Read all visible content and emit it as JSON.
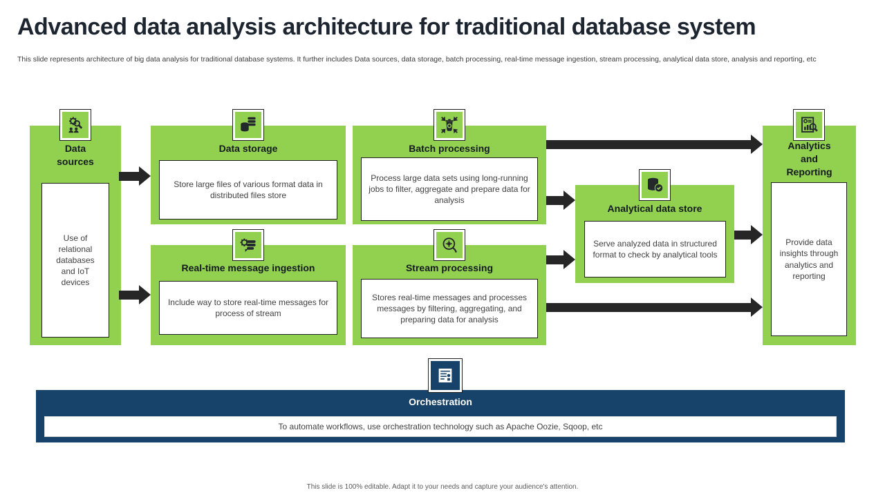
{
  "slide": {
    "title": "Advanced data analysis architecture for traditional database system",
    "subtitle": "This slide represents architecture of big data analysis for traditional database systems. It further includes Data sources, data storage, batch processing, real-time message ingestion, stream processing, analytical data store, analysis and reporting, etc",
    "footer": "This slide is 100% editable. Adapt it to your needs and capture your audience's attention."
  },
  "colors": {
    "box_green": "#92d050",
    "bar_navy": "#17436a",
    "arrow_black": "#262626",
    "title_ink": "#1d2530",
    "body_text": "#3f3f3f"
  },
  "nodes": {
    "data_sources": {
      "title": "Data sources",
      "description": "Use of relational databases and IoT devices",
      "icon": "people-gear-search-icon"
    },
    "data_storage": {
      "title": "Data storage",
      "description": "Store large files of various format data in distributed files store",
      "icon": "database-stack-icon"
    },
    "batch_processing": {
      "title": "Batch processing",
      "description": "Process large data sets using long-running jobs to filter, aggregate and prepare data for analysis",
      "icon": "batch-bin-arrows-icon"
    },
    "realtime_ingestion": {
      "title": "Real-time message ingestion",
      "description": "Include way to store real-time messages for process of stream",
      "icon": "gear-chat-icon"
    },
    "stream_processing": {
      "title": "Stream processing",
      "description": "Stores real-time messages and processes messages by filtering, aggregating, and preparing data for analysis",
      "icon": "gear-swirl-icon"
    },
    "analytical_data_store": {
      "title": "Analytical data store",
      "description": "Serve analyzed data in structured format to check by analytical tools",
      "icon": "database-check-icon"
    },
    "analytics_reporting": {
      "title": "Analytics and Reporting",
      "description": "Provide data insights through analytics and reporting",
      "icon": "report-chart-magnifier-icon"
    },
    "orchestration": {
      "title": "Orchestration",
      "description": "To automate workflows,  use orchestration technology such as Apache Oozie, Sqoop, etc",
      "icon": "workflow-document-icon"
    }
  }
}
